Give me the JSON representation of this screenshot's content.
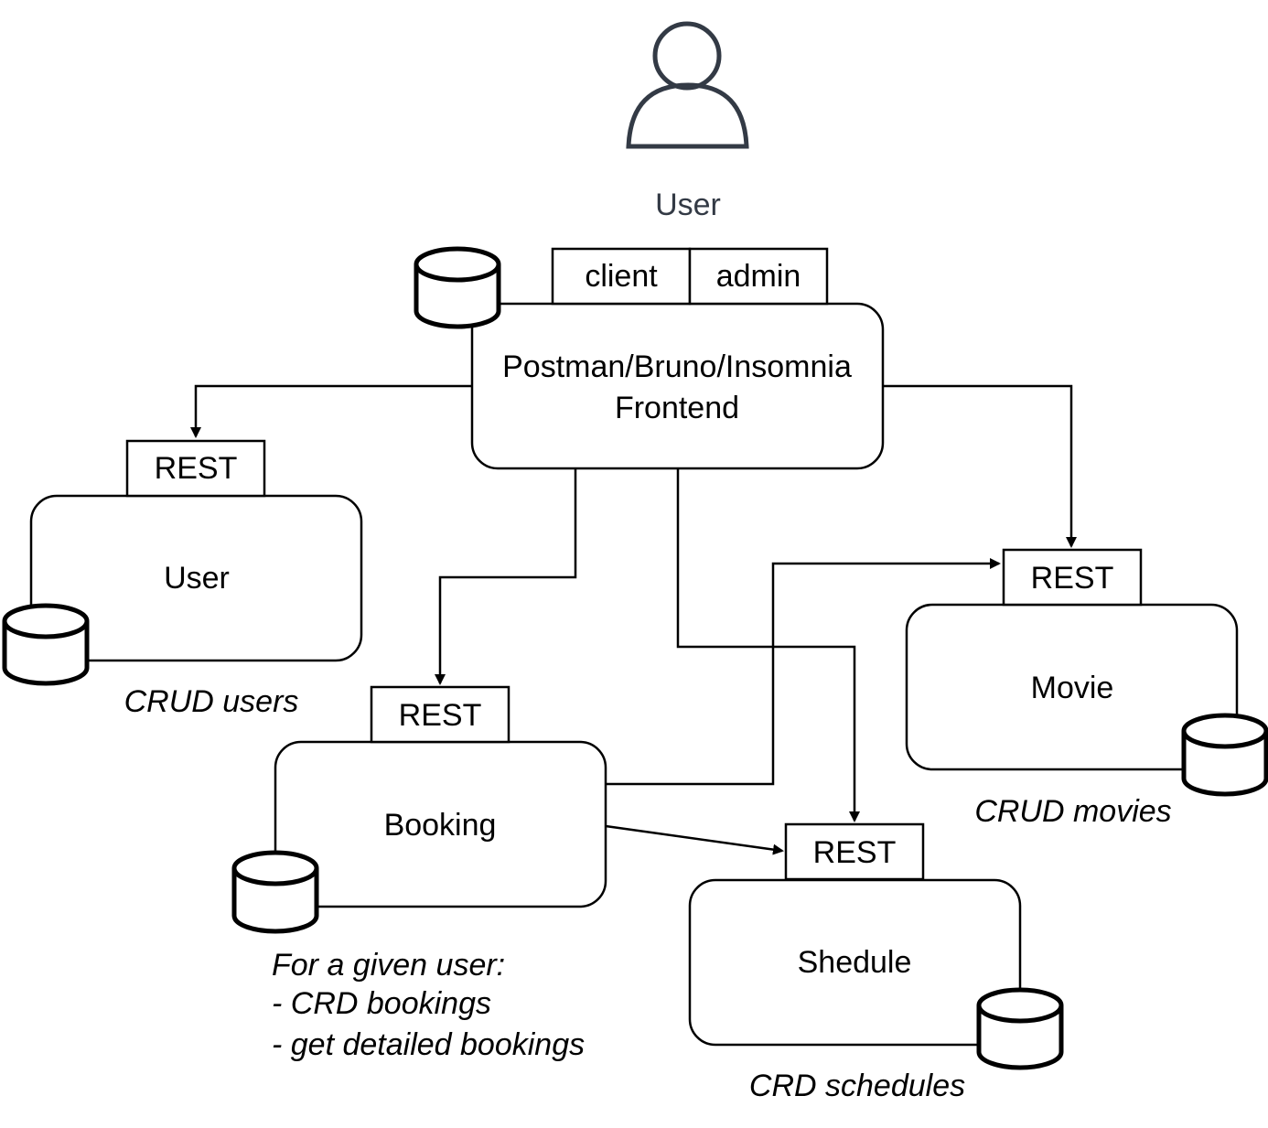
{
  "actor": {
    "label": "User"
  },
  "frontend": {
    "title": "Postman/Bruno/Insomnia",
    "subtitle": "Frontend",
    "interfaces": [
      "client",
      "admin"
    ]
  },
  "services": {
    "user": {
      "label": "User",
      "interface": "REST",
      "note": "CRUD users"
    },
    "movie": {
      "label": "Movie",
      "interface": "REST",
      "note": "CRUD movies"
    },
    "booking": {
      "label": "Booking",
      "interface": "REST",
      "note": [
        "For a given user:",
        "- CRD bookings",
        "- get detailed bookings"
      ]
    },
    "schedule": {
      "label": "Shedule",
      "interface": "REST",
      "note": "CRD schedules"
    }
  },
  "colors": {
    "actor": "#333a45",
    "stroke": "#000000",
    "background": "#ffffff"
  }
}
